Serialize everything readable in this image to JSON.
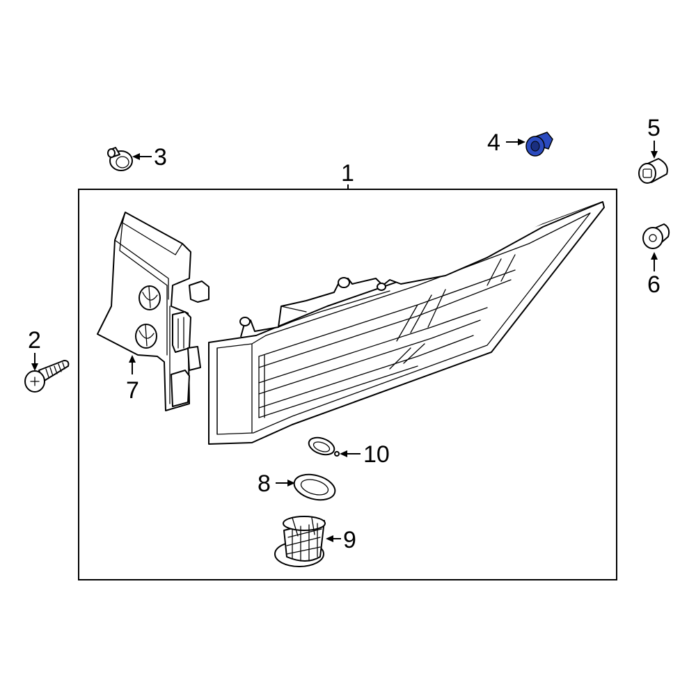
{
  "callouts": {
    "c1": "1",
    "c2": "2",
    "c3": "3",
    "c4": "4",
    "c5": "5",
    "c6": "6",
    "c7": "7",
    "c8": "8",
    "c9": "9",
    "c10": "10"
  },
  "highlight_color": "#2b4bbf"
}
